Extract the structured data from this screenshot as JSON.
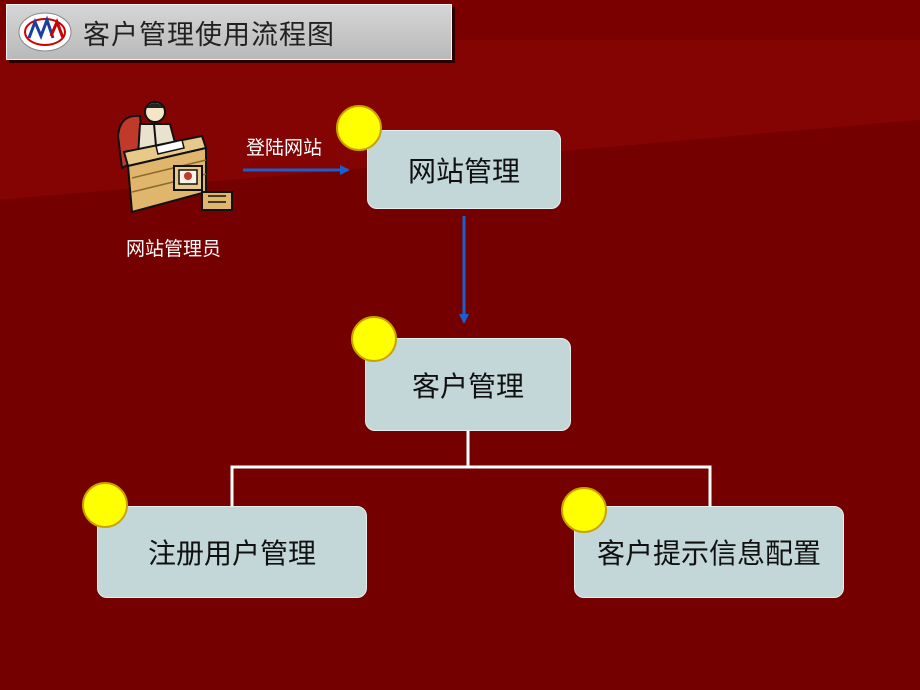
{
  "title": "客户管理使用流程图",
  "actor": {
    "label": "网站管理员",
    "icon": "administrator-at-desk-icon"
  },
  "edge_label": "登陆网站",
  "nodes": {
    "site": "网站管理",
    "customer": "客户管理",
    "register": "注册用户管理",
    "prompt": "客户提示信息配置"
  },
  "colors": {
    "background": "#7a0000",
    "node_fill": "#c3d7d9",
    "dot": "#ffff00",
    "arrow": "#1a5fd0",
    "connector": "#ffffff"
  }
}
